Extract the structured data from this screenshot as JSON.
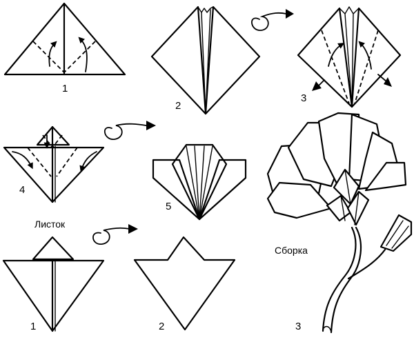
{
  "labels": {
    "s1": "1",
    "s2": "2",
    "s3": "3",
    "s4": "4",
    "s5": "5",
    "leaf_title": "Листок",
    "leaf_s1": "1",
    "leaf_s2": "2",
    "assembly_title": "Сборка",
    "assembly_num": "3"
  },
  "icons": {
    "turn_over": "turn-over-arrow-icon",
    "fold": "fold-arrow-icon"
  }
}
